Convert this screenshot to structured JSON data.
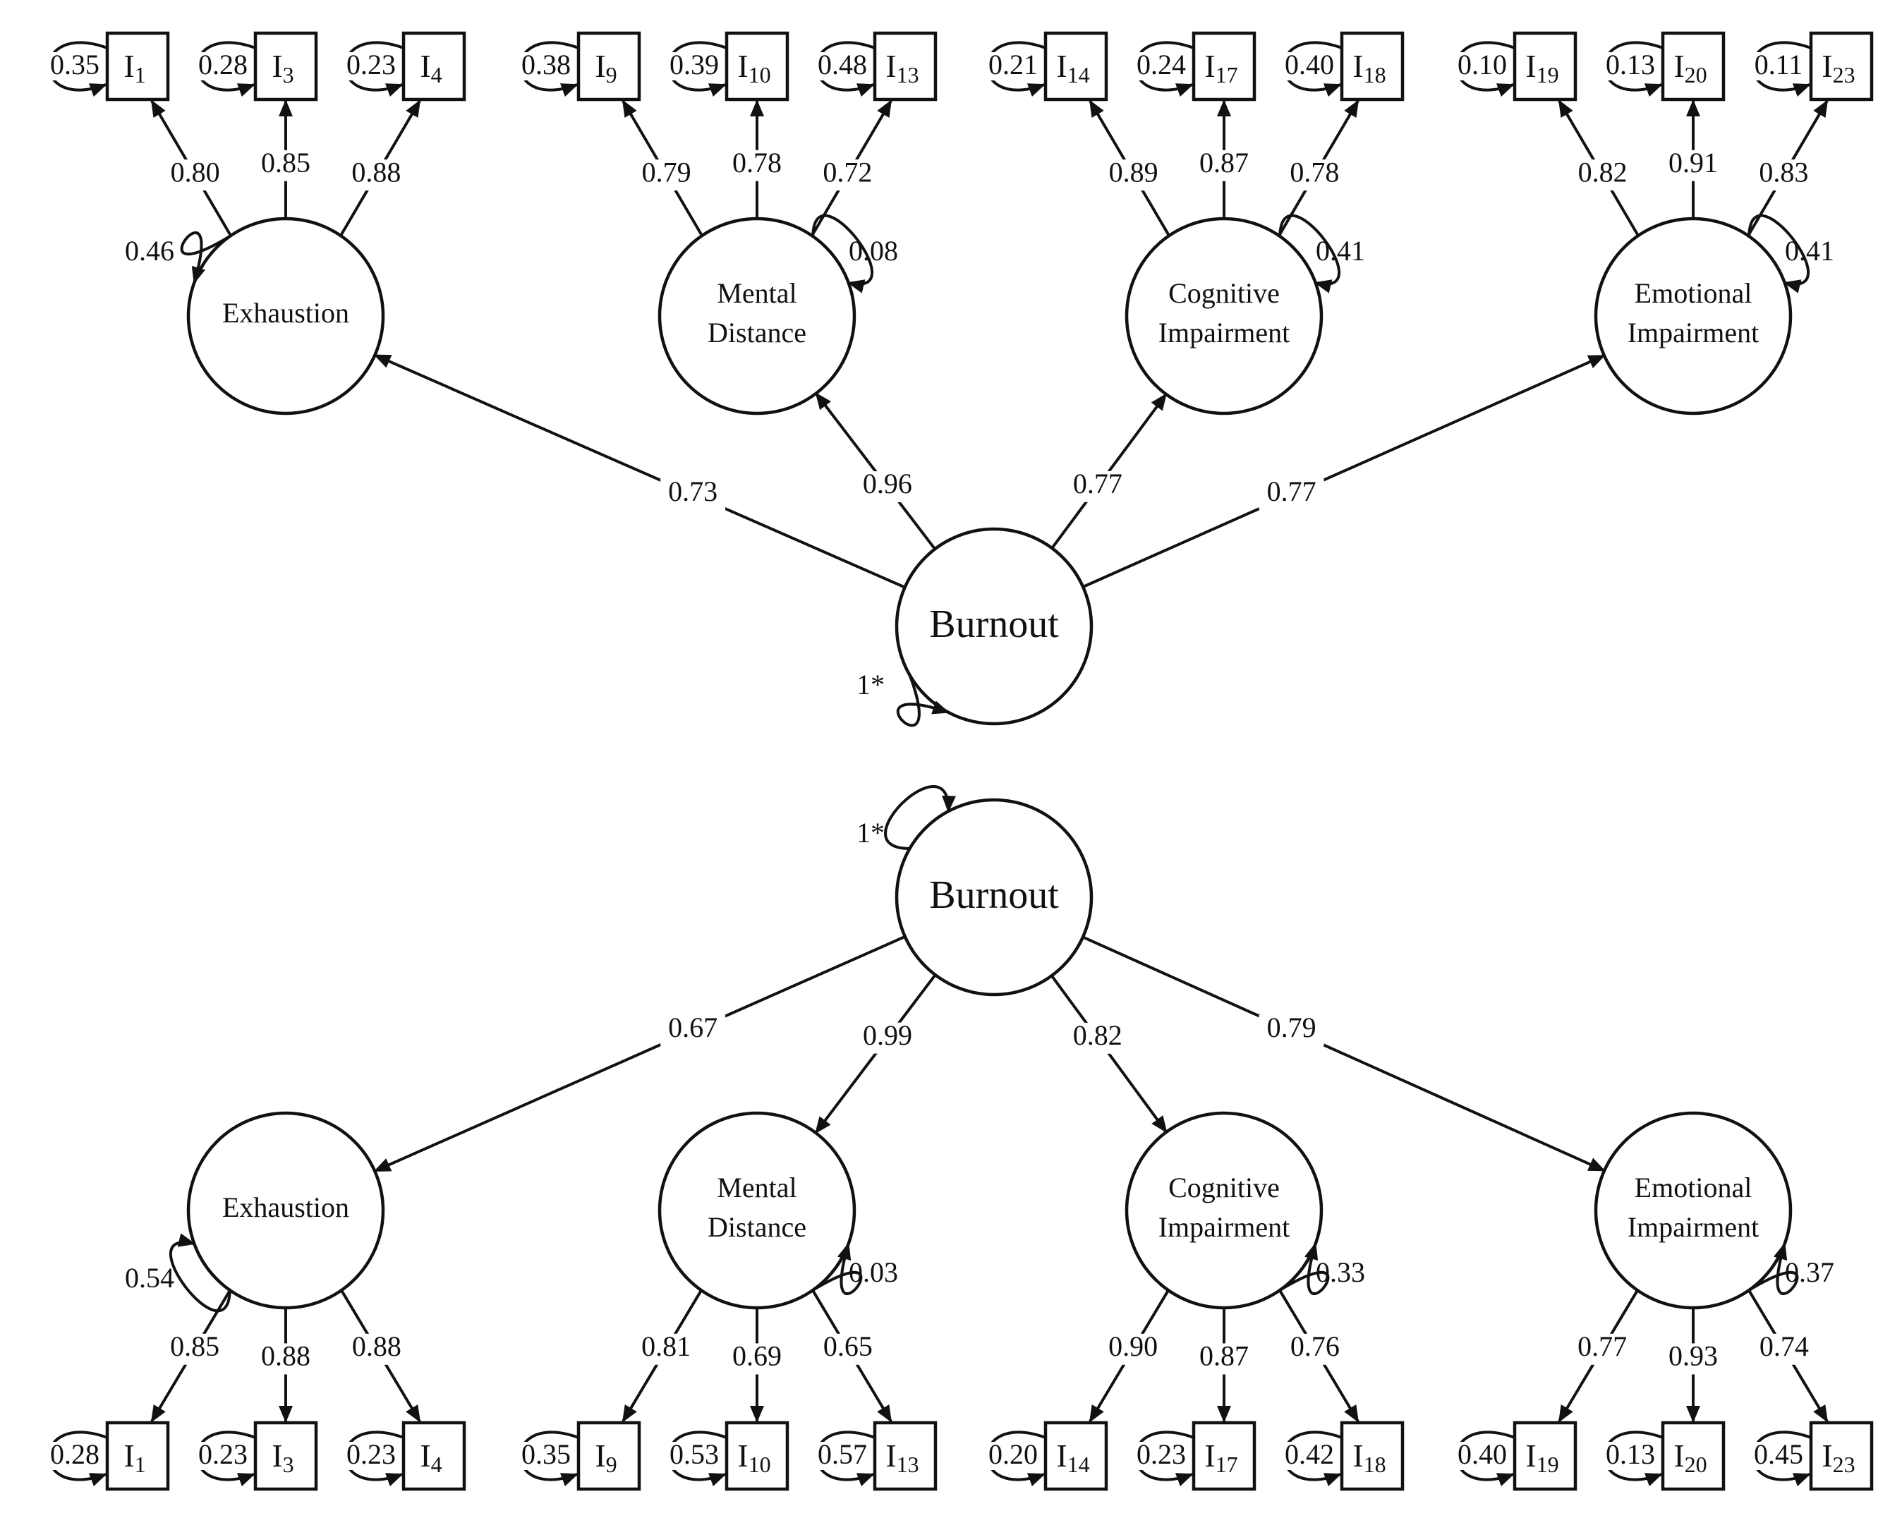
{
  "models": [
    {
      "id": "top",
      "burnout": {
        "label": "Burnout",
        "variance": "1*"
      },
      "factors": [
        {
          "id": "exhaustion",
          "lines": [
            "Exhaustion"
          ],
          "loading": "0.73",
          "residual": "0.46",
          "items": [
            {
              "base": "I",
              "sub": "1",
              "loading": "0.80",
              "residual": "0.35"
            },
            {
              "base": "I",
              "sub": "3",
              "loading": "0.85",
              "residual": "0.28"
            },
            {
              "base": "I",
              "sub": "4",
              "loading": "0.88",
              "residual": "0.23"
            }
          ]
        },
        {
          "id": "mental-distance",
          "lines": [
            "Mental",
            "Distance"
          ],
          "loading": "0.96",
          "residual": "0.08",
          "items": [
            {
              "base": "I",
              "sub": "9",
              "loading": "0.79",
              "residual": "0.38"
            },
            {
              "base": "I",
              "sub": "10",
              "loading": "0.78",
              "residual": "0.39"
            },
            {
              "base": "I",
              "sub": "13",
              "loading": "0.72",
              "residual": "0.48"
            }
          ]
        },
        {
          "id": "cognitive-impairment",
          "lines": [
            "Cognitive",
            "Impairment"
          ],
          "loading": "0.77",
          "residual": "0.41",
          "items": [
            {
              "base": "I",
              "sub": "14",
              "loading": "0.89",
              "residual": "0.21"
            },
            {
              "base": "I",
              "sub": "17",
              "loading": "0.87",
              "residual": "0.24"
            },
            {
              "base": "I",
              "sub": "18",
              "loading": "0.78",
              "residual": "0.40"
            }
          ]
        },
        {
          "id": "emotional-impairment",
          "lines": [
            "Emotional",
            "Impairment"
          ],
          "loading": "0.77",
          "residual": "0.41",
          "items": [
            {
              "base": "I",
              "sub": "19",
              "loading": "0.82",
              "residual": "0.10"
            },
            {
              "base": "I",
              "sub": "20",
              "loading": "0.91",
              "residual": "0.13"
            },
            {
              "base": "I",
              "sub": "23",
              "loading": "0.83",
              "residual": "0.11"
            }
          ]
        }
      ]
    },
    {
      "id": "bottom",
      "burnout": {
        "label": "Burnout",
        "variance": "1*"
      },
      "factors": [
        {
          "id": "exhaustion",
          "lines": [
            "Exhaustion"
          ],
          "loading": "0.67",
          "residual": "0.54",
          "items": [
            {
              "base": "I",
              "sub": "1",
              "loading": "0.85",
              "residual": "0.28"
            },
            {
              "base": "I",
              "sub": "3",
              "loading": "0.88",
              "residual": "0.23"
            },
            {
              "base": "I",
              "sub": "4",
              "loading": "0.88",
              "residual": "0.23"
            }
          ]
        },
        {
          "id": "mental-distance",
          "lines": [
            "Mental",
            "Distance"
          ],
          "loading": "0.99",
          "residual": "0.03",
          "items": [
            {
              "base": "I",
              "sub": "9",
              "loading": "0.81",
              "residual": "0.35"
            },
            {
              "base": "I",
              "sub": "10",
              "loading": "0.69",
              "residual": "0.53"
            },
            {
              "base": "I",
              "sub": "13",
              "loading": "0.65",
              "residual": "0.57"
            }
          ]
        },
        {
          "id": "cognitive-impairment",
          "lines": [
            "Cognitive",
            "Impairment"
          ],
          "loading": "0.82",
          "residual": "0.33",
          "items": [
            {
              "base": "I",
              "sub": "14",
              "loading": "0.90",
              "residual": "0.20"
            },
            {
              "base": "I",
              "sub": "17",
              "loading": "0.87",
              "residual": "0.23"
            },
            {
              "base": "I",
              "sub": "18",
              "loading": "0.76",
              "residual": "0.42"
            }
          ]
        },
        {
          "id": "emotional-impairment",
          "lines": [
            "Emotional",
            "Impairment"
          ],
          "loading": "0.79",
          "residual": "0.37",
          "items": [
            {
              "base": "I",
              "sub": "19",
              "loading": "0.77",
              "residual": "0.40"
            },
            {
              "base": "I",
              "sub": "20",
              "loading": "0.93",
              "residual": "0.13"
            },
            {
              "base": "I",
              "sub": "23",
              "loading": "0.74",
              "residual": "0.45"
            }
          ]
        }
      ]
    }
  ]
}
